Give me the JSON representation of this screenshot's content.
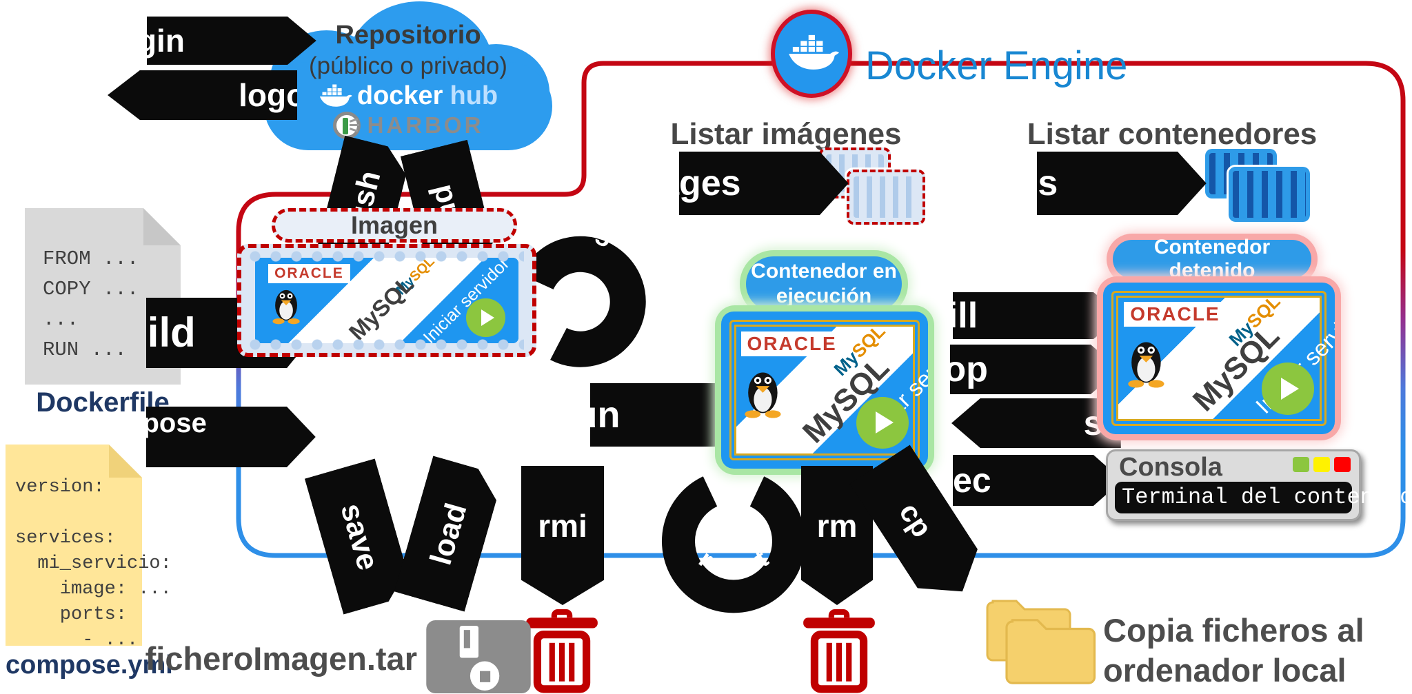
{
  "commands": {
    "login": "login",
    "logout": "logout",
    "push": "push",
    "pull": "pull",
    "build": "build",
    "compose_up": "compose up",
    "save": "save",
    "load": "load",
    "rmi": "rmi",
    "tag": "tag",
    "run": "run",
    "restart": "restart",
    "rm": "rm",
    "cp": "cp",
    "images": "images",
    "ps": "ps",
    "kill": "kill",
    "stop": "stop",
    "start": "start",
    "exec": "exec"
  },
  "engine": {
    "title": "Docker Engine"
  },
  "repository": {
    "title": "Repositorio",
    "subtitle": "(público o privado)",
    "dockerhub": {
      "docker": "docker",
      "hub": "hub"
    },
    "harbor": "HARBOR"
  },
  "sections": {
    "list_images": "Listar imágenes",
    "list_containers": "Listar contenedores"
  },
  "image_box": {
    "label": "Imagen"
  },
  "pills": {
    "running": [
      "Contenedor en",
      "ejecución"
    ],
    "stopped": "Contenedor detenido"
  },
  "card": {
    "oracle": "ORACLE",
    "linux_oracle": "Linux Oracle",
    "mysql": "MySQL",
    "mysql_logo": {
      "my": "My",
      "sql": "SQL"
    },
    "iniciar": "Iniciar servidor"
  },
  "files": {
    "dockerfile": {
      "label": "Dockerfile",
      "lines": [
        "FROM ...",
        "COPY ...",
        "...",
        "RUN ..."
      ]
    },
    "compose": {
      "label": "compose.yml",
      "lines": [
        "version:",
        "",
        "services:",
        "  mi_servicio:",
        "    image: ...",
        "    ports:",
        "      - ..."
      ]
    },
    "tar": "ficheroImagen.tar"
  },
  "console": {
    "title": "Consola",
    "terminal": "Terminal del contenedor"
  },
  "notes": {
    "copy": [
      "Copia ficheros al",
      "ordenador local"
    ]
  },
  "colors": {
    "docker_blue": "#2496ED",
    "engine_text": "#1887D2",
    "line_red": "#C40613",
    "line_blue": "#2E8FE8",
    "line_purple": "#94308F",
    "card_blue": "#1E96F0",
    "gold_frame": "#D8A91F",
    "play_green": "#8CC63F",
    "glow_green": "#A9E6A4",
    "glow_pink": "#F8A8A8",
    "stamp_bg": "#DCE7F5",
    "doc_gray": "#D9D9D9",
    "doc_yellow": "#FFE699",
    "label_navy": "#1F3864",
    "label_gray": "#474747",
    "folder_yellow": "#F5D06C",
    "trash_red": "#C00000",
    "floppy_gray": "#8C8C8C",
    "console_green": "#8CC63F",
    "console_yellow": "#FFF200",
    "console_red": "#FF0000"
  }
}
